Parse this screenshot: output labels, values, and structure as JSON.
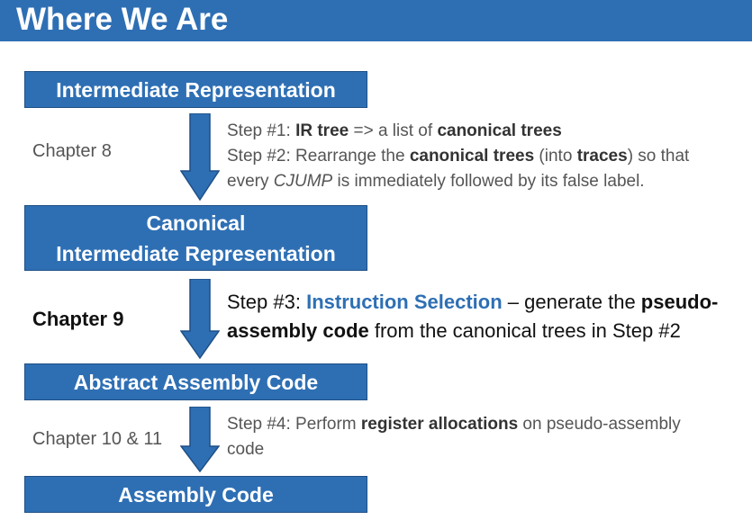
{
  "header": {
    "title": "Where We Are"
  },
  "boxes": [
    {
      "label": "Intermediate Representation"
    },
    {
      "line1": "Canonical",
      "line2": "Intermediate Representation"
    },
    {
      "label": "Abstract Assembly Code"
    },
    {
      "label": "Assembly Code"
    }
  ],
  "chapters": [
    "Chapter 8",
    "Chapter 9",
    "Chapter 10 & 11"
  ],
  "step1": {
    "prefix": "Step #1: ",
    "b1": "IR tree",
    "mid": " => a list of ",
    "b2": "canonical trees"
  },
  "step2": {
    "prefix": "Step #2: Rearrange the ",
    "b1": "canonical trees",
    "mid1": " (into ",
    "b2": "traces",
    "mid2": ") so that",
    "line2a": "every ",
    "italic": "CJUMP",
    "line2b": " is immediately followed by its false label."
  },
  "step3": {
    "prefix": "Step #3: ",
    "highlight": "Instruction Selection",
    "mid": " – generate the ",
    "b1": "pseudo-",
    "b2": "assembly code",
    "rest": " from the canonical trees in Step #2"
  },
  "step4": {
    "prefix": "Step #4: Perform ",
    "b1": "register allocations",
    "rest": " on pseudo-assembly",
    "line2": "code"
  },
  "colors": {
    "accent": "#2e6fb4",
    "highlight": "#2e6fb4"
  }
}
